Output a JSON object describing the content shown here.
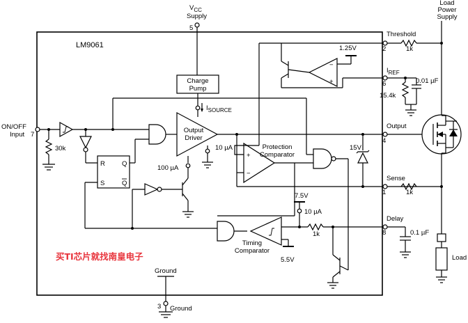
{
  "chip": {
    "name": "LM9061"
  },
  "pins": {
    "vcc": {
      "label": "V",
      "sub": "CC",
      "label2": "Supply",
      "number": "5"
    },
    "onoff": {
      "line1": "ON/OFF",
      "line2": "Input",
      "number": "7"
    },
    "threshold": {
      "label": "Threshold",
      "number": "2"
    },
    "iref": {
      "label": "I",
      "sub": "REF",
      "number": "6"
    },
    "output": {
      "label": "Output",
      "number": "4"
    },
    "sense": {
      "label": "Sense",
      "number": "1"
    },
    "delay": {
      "label": "Delay",
      "number": "8"
    },
    "ground_top": {
      "label": "Ground"
    },
    "ground": {
      "label": "Ground",
      "number": "3"
    }
  },
  "blocks": {
    "charge_pump": {
      "line1": "Charge",
      "line2": "Pump"
    },
    "output_driver": {
      "line1": "Output",
      "line2": "Driver"
    },
    "protection_comparator": {
      "line1": "Protection",
      "line2": "Comparator"
    },
    "timing_comparator": {
      "line1": "Timing",
      "line2": "Comparator"
    },
    "flipflop": {
      "r": "R",
      "s": "S",
      "q": "Q",
      "qbar": "Q"
    }
  },
  "values": {
    "r_onoff": "30k",
    "r_threshold": "1k",
    "r_sense": "1k",
    "r_timing": "1k",
    "r_iref": "15.4k",
    "c_iref": "0.01 µF",
    "c_delay": "0.1 µF",
    "vref": "1.25V",
    "v75": "7.5V",
    "v55": "5.5V",
    "zener": "15V",
    "isource": {
      "label": "I",
      "sub": "SOURCE"
    },
    "i10_driver": "10 µA",
    "i100": "100 µA",
    "i10_timing": "10 µA",
    "op_plus": "+",
    "op_minus": "−"
  },
  "external": {
    "load_supply": [
      "Load",
      "Power",
      "Supply"
    ],
    "load": "Load"
  },
  "watermark": "买TI芯片就找南皇电子",
  "colors": {
    "wire": "#000000",
    "watermark": "#e8343c"
  }
}
